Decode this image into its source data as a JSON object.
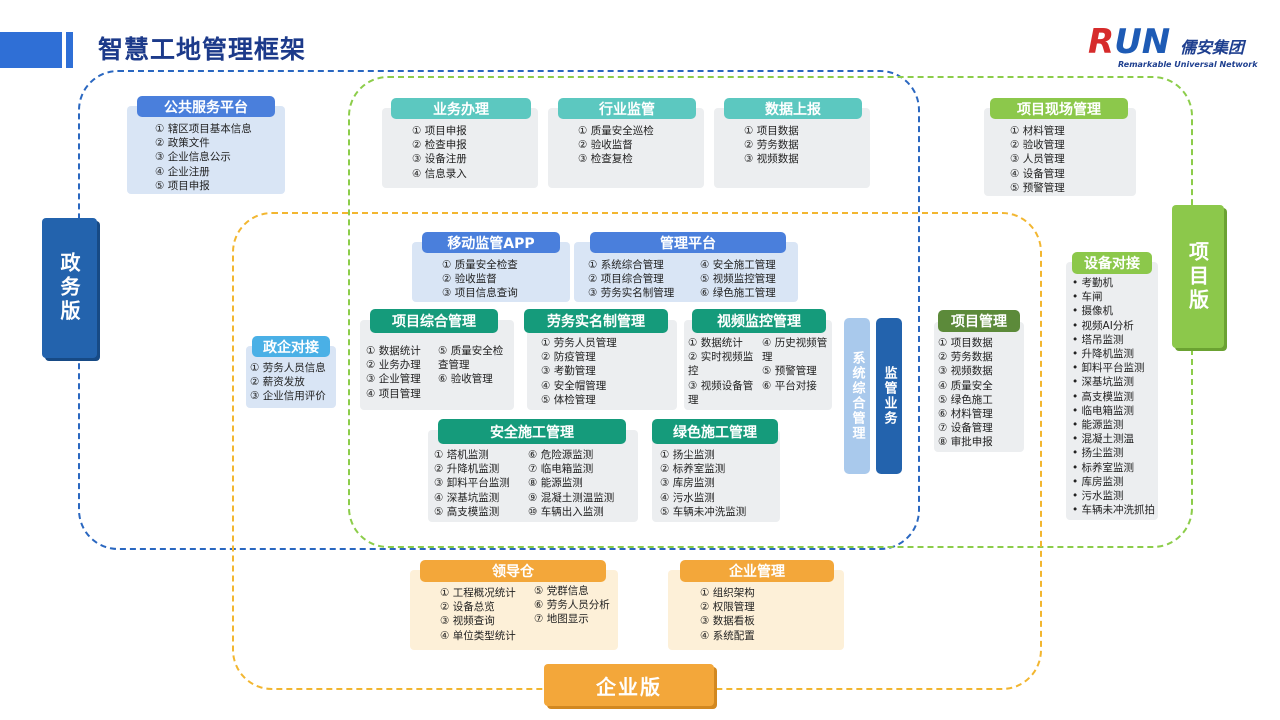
{
  "title": "智慧工地管理框架",
  "logo": {
    "brand": "RUN",
    "cn": "儒安集团",
    "sub": "Remarkable Universal Network"
  },
  "tabs": {
    "gov": "政务版",
    "project": "项目版",
    "enterprise": "企业版"
  },
  "boxes": {
    "public_service": {
      "title": "公共服务平台",
      "items": [
        "① 辖区项目基本信息",
        "② 政策文件",
        "③ 企业信息公示",
        "④ 企业注册",
        "⑤ 项目申报"
      ]
    },
    "business": {
      "title": "业务办理",
      "items": [
        "① 项目申报",
        "② 检查申报",
        "③ 设备注册",
        "④ 信息录入"
      ]
    },
    "industry": {
      "title": "行业监管",
      "items": [
        "① 质量安全巡检",
        "② 验收监督",
        "③ 检查复检"
      ]
    },
    "data_report": {
      "title": "数据上报",
      "items": [
        "① 项目数据",
        "② 劳务数据",
        "③ 视频数据"
      ]
    },
    "site_mgmt": {
      "title": "项目现场管理",
      "items": [
        "① 材料管理",
        "② 验收管理",
        "③ 人员管理",
        "④ 设备管理",
        "⑤ 预警管理"
      ]
    },
    "mobile_app": {
      "title": "移动监管APP",
      "items": [
        "① 质量安全检查",
        "② 验收监督",
        "③ 项目信息查询"
      ]
    },
    "mgmt_platform": {
      "title": "管理平台",
      "col1": [
        "① 系统综合管理",
        "② 项目综合管理",
        "③ 劳务实名制管理"
      ],
      "col2": [
        "④ 安全施工管理",
        "⑤ 视频监控管理",
        "⑥ 绿色施工管理"
      ]
    },
    "gov_ent": {
      "title": "政企对接",
      "items": [
        "① 劳务人员信息",
        "② 薪资发放",
        "③ 企业信用评价"
      ]
    },
    "proj_comp": {
      "title": "项目综合管理",
      "col1": [
        "① 数据统计",
        "② 业务办理",
        "③ 企业管理",
        "④ 项目管理"
      ],
      "col2": [
        "⑤ 质量安全检查管理",
        "⑥ 验收管理"
      ]
    },
    "labor": {
      "title": "劳务实名制管理",
      "items": [
        "① 劳务人员管理",
        "② 防疫管理",
        "③ 考勤管理",
        "④ 安全帽管理",
        "⑤ 体检管理"
      ]
    },
    "video": {
      "title": "视频监控管理",
      "col1": [
        "① 数据统计",
        "② 实时视频监控",
        "③ 视频设备管理"
      ],
      "col2": [
        "④ 历史视频管理",
        "⑤ 预警管理",
        "⑥ 平台对接"
      ]
    },
    "sys_comp": {
      "title": "系统综合管理"
    },
    "supervise": {
      "title": "监管业务"
    },
    "proj_mgmt": {
      "title": "项目管理",
      "items": [
        "① 项目数据",
        "② 劳务数据",
        "③ 视频数据",
        "④ 质量安全",
        "⑤ 绿色施工",
        "⑥ 材料管理",
        "⑦ 设备管理",
        "⑧ 审批申报"
      ]
    },
    "device": {
      "title": "设备对接",
      "items": [
        "• 考勤机",
        "• 车闸",
        "• 摄像机",
        "• 视频AI分析",
        "• 塔吊监测",
        "• 升降机监测",
        "• 卸料平台监测",
        "• 深基坑监测",
        "• 高支模监测",
        "• 临电箱监测",
        "• 能源监测",
        "• 混凝土测温",
        "• 扬尘监测",
        "• 标养室监测",
        "• 库房监测",
        "• 污水监测",
        "• 车辆未冲洗抓拍"
      ]
    },
    "safety": {
      "title": "安全施工管理",
      "col1": [
        "① 塔机监测",
        "② 升降机监测",
        "③ 卸料平台监测",
        "④ 深基坑监测",
        "⑤ 高支模监测"
      ],
      "col2": [
        "⑥ 危险源监测",
        "⑦ 临电箱监测",
        "⑧ 能源监测",
        "⑨ 混凝土测温监测",
        "⑩ 车辆出入监测"
      ]
    },
    "green": {
      "title": "绿色施工管理",
      "items": [
        "① 扬尘监测",
        "② 标养室监测",
        "③ 库房监测",
        "④ 污水监测",
        "⑤ 车辆未冲洗监测"
      ]
    },
    "cockpit": {
      "title": "领导仓",
      "col1": [
        "① 工程概况统计",
        "② 设备总览",
        "③ 视频查询",
        "④ 单位类型统计"
      ],
      "col2": [
        "⑤ 党群信息",
        "⑥ 劳务人员分析",
        "⑦ 地图显示"
      ]
    },
    "enterprise": {
      "title": "企业管理",
      "items": [
        "① 组织架构",
        "② 权限管理",
        "③ 数据看板",
        "④ 系统配置"
      ]
    }
  }
}
